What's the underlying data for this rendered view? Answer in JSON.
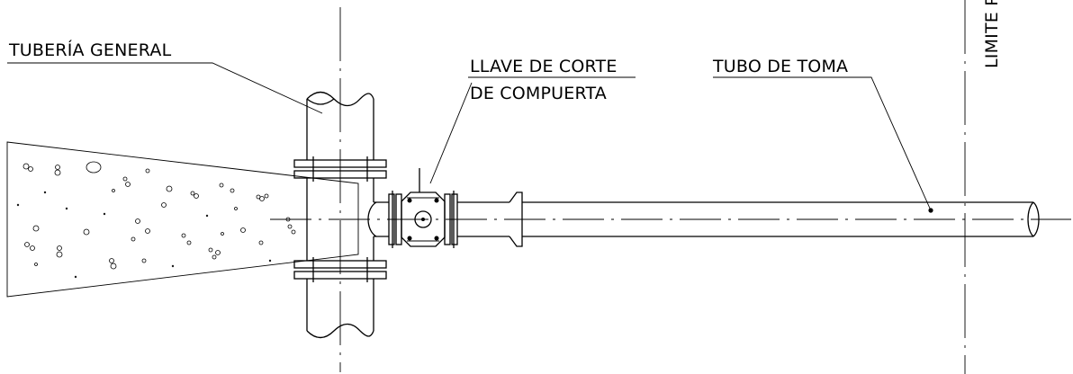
{
  "labels": {
    "main_pipe": "TUBERÍA GENERAL",
    "valve_line1": "LLAVE DE CORTE",
    "valve_line2": "DE COMPUERTA",
    "intake_pipe": "TUBO DE TOMA",
    "property_limit": "LIMITE PR"
  }
}
